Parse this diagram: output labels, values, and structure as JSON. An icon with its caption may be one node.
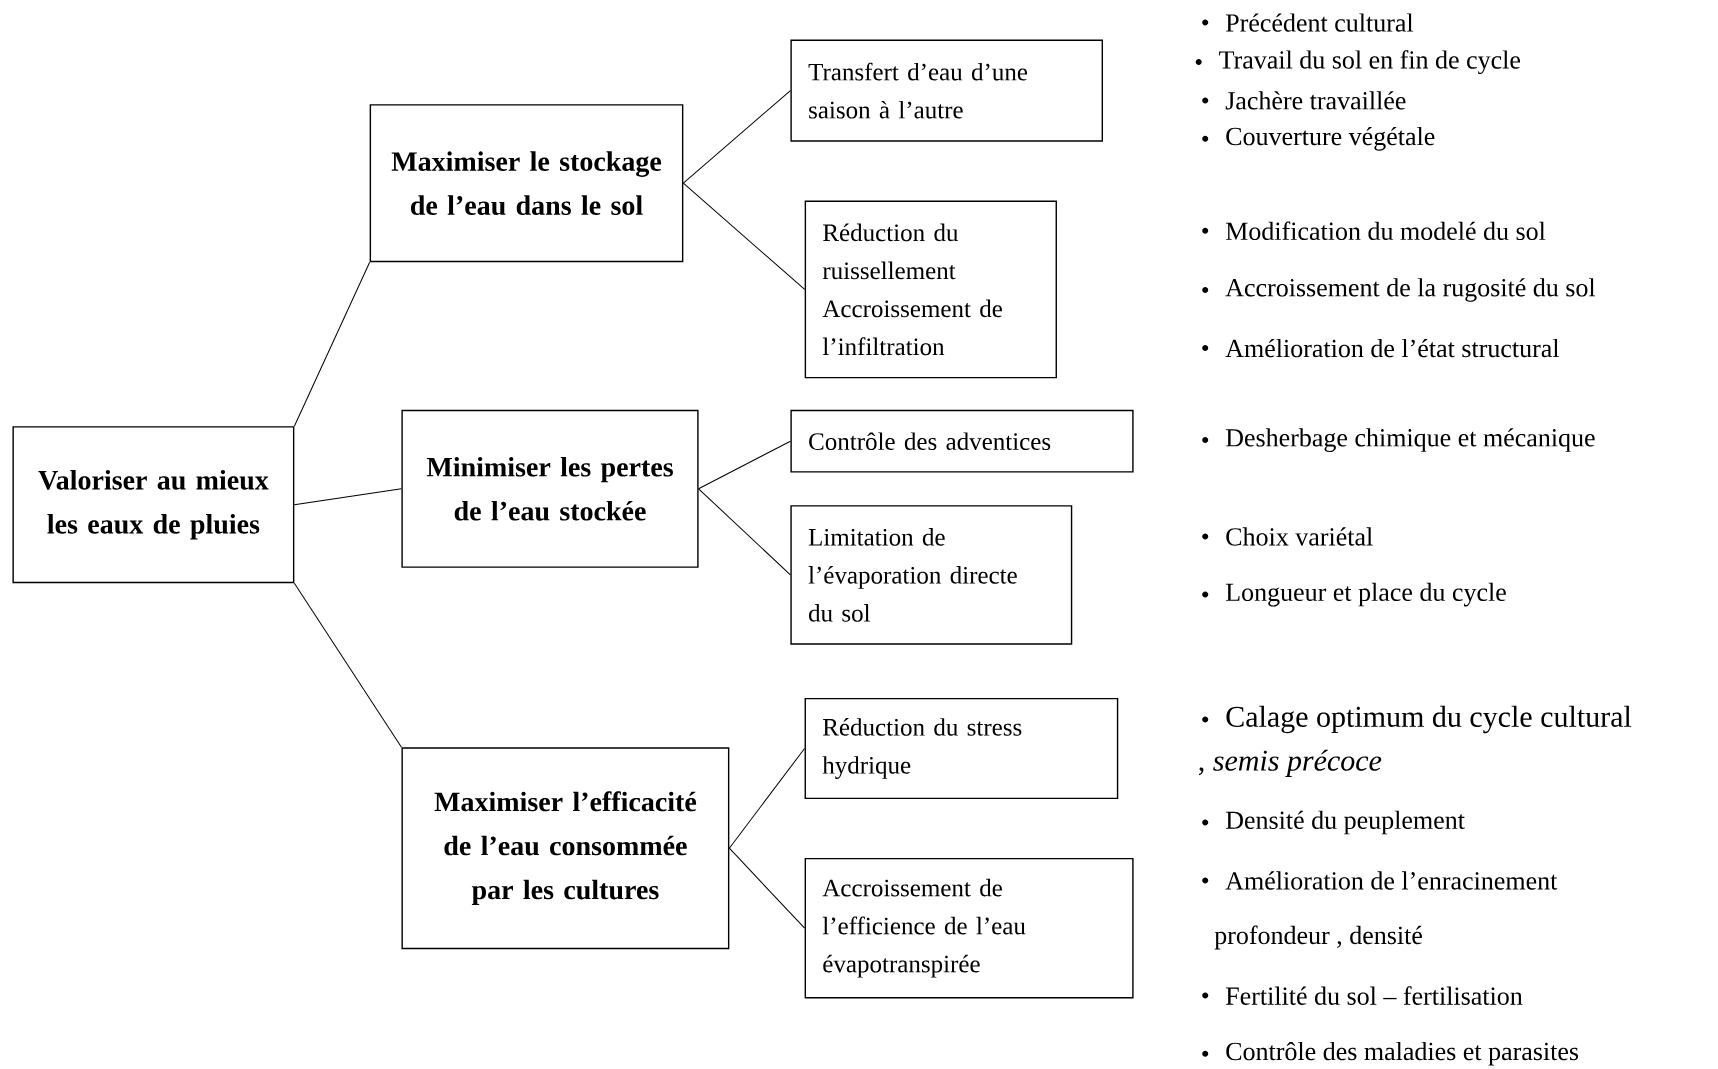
{
  "diagram": {
    "nodes": [
      {
        "text": [
          "Valoriser au mieux les eaux de pluies"
        ]
      },
      {
        "text": [
          "Maximiser le stockage de l’eau dans le sol"
        ]
      },
      {
        "text": [
          "Minimiser les pertes de l’eau stockée"
        ]
      },
      {
        "text": [
          "Maximiser l’efficacité de l’eau consommée par les cultures"
        ]
      },
      {
        "text": [
          "Transfert d’eau d’une saison à l’autre"
        ]
      },
      {
        "text": [
          "Réduction du ruissellement Accroissement de l’infiltration"
        ]
      },
      {
        "text": [
          "Contrôle des adventices"
        ]
      },
      {
        "text": [
          "Limitation de l’évaporation directe du sol"
        ]
      },
      {
        "text": [
          "Réduction du stress hydrique"
        ]
      },
      {
        "text": [
          "Accroissement de l’efficience de l’eau évapotranspirée"
        ]
      }
    ],
    "edges": [
      {
        "from": 0,
        "to": 1,
        "arrow": "none"
      },
      {
        "from": 0,
        "to": 2,
        "arrow": "none"
      },
      {
        "from": 0,
        "to": 3,
        "arrow": "none"
      },
      {
        "from": 1,
        "to": 4,
        "arrow": "none"
      },
      {
        "from": 1,
        "to": 5,
        "arrow": "none"
      },
      {
        "from": 2,
        "to": 6,
        "arrow": "none"
      },
      {
        "from": 2,
        "to": 7,
        "arrow": "none"
      },
      {
        "from": 3,
        "to": 8,
        "arrow": "none"
      },
      {
        "from": 3,
        "to": 9,
        "arrow": "none"
      }
    ],
    "labels": [
      "Précédent cultural",
      "Travail du sol en fin de cycle",
      "Jachère travaillée",
      "Couverture végétale",
      "Modification du modelé du sol",
      "Accroissement de la rugosité du sol",
      "Amélioration de l’état structural",
      "Desherbage chimique et mécanique",
      "Choix variétal",
      "Longueur et place du cycle",
      "Calage optimum du cycle cultural",
      ", *semis précoce*",
      "Densité du peuplement",
      "Amélioration de l’enracinement",
      "profondeur , densité",
      "Fertilité du sol – fertilisation",
      "Contrôle des maladies et parasites"
    ]
  }
}
